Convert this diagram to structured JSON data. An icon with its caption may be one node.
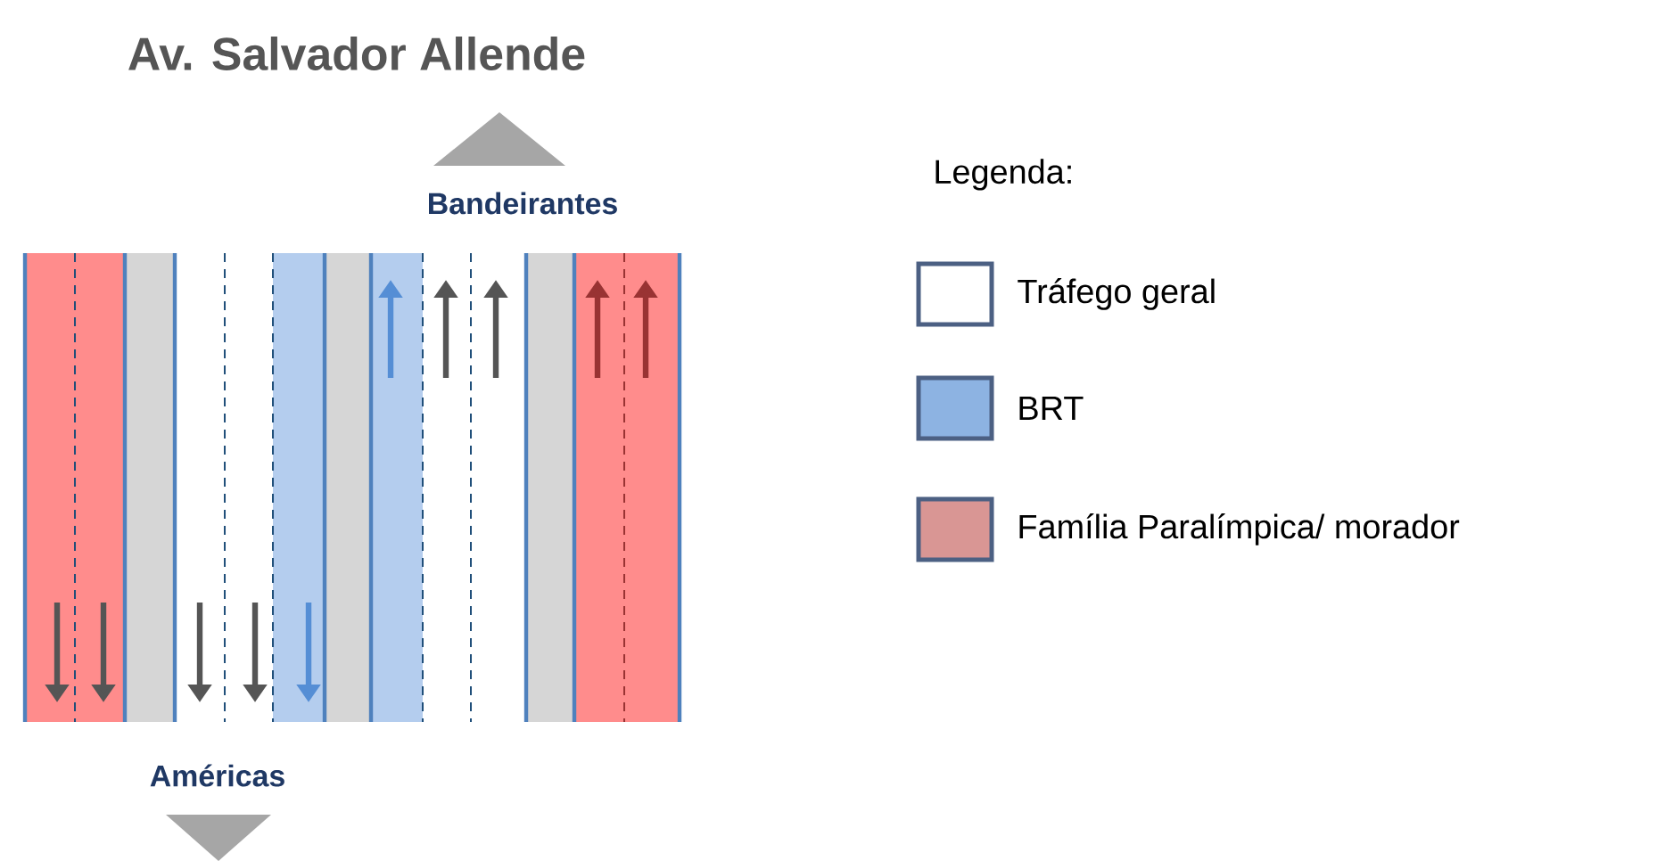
{
  "diagram": {
    "title": "Av. Salvador Allende",
    "labels": [
      "Bandeirantes",
      "Legenda:",
      "Américas"
    ],
    "legend": [
      {
        "text": "Tráfego geral"
      },
      {
        "text": "BRT",
        "color": "#8db3e2"
      },
      {
        "text": "Família Paralímpica/ morador",
        "color": "#d99694"
      }
    ]
  }
}
